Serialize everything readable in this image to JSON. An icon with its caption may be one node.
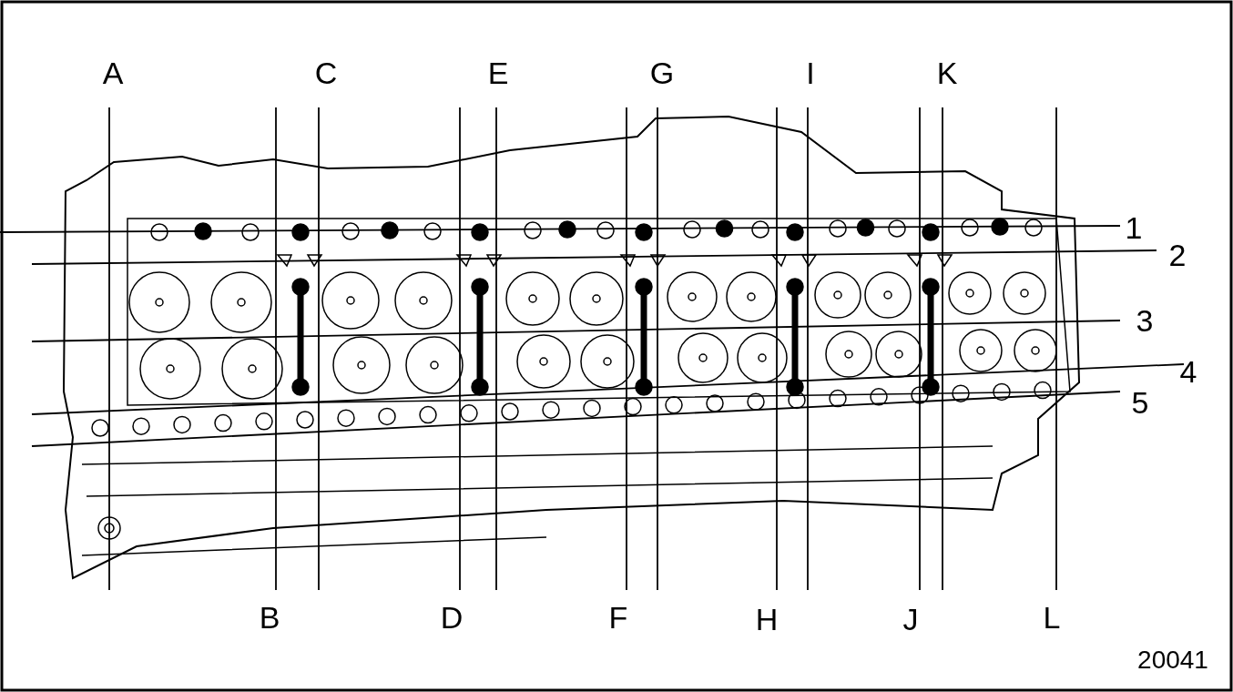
{
  "diagram": {
    "labels": [
      "A",
      "C",
      "E",
      "G",
      "I",
      "K",
      "1",
      "2",
      "3",
      "4",
      "5",
      "B",
      "D",
      "F",
      "H",
      "J",
      "L",
      "20041"
    ]
  }
}
